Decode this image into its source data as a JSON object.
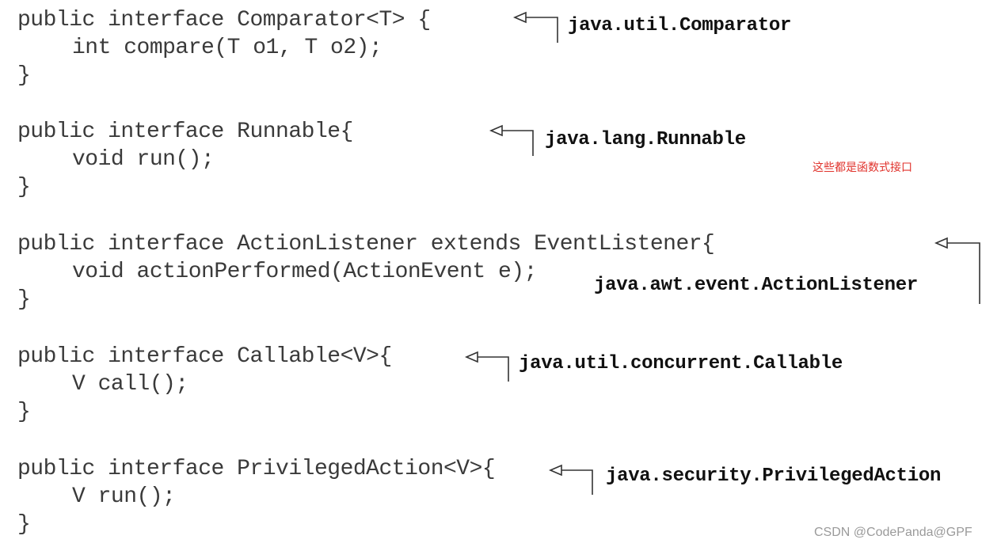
{
  "blocks": [
    {
      "decl": "public interface Comparator<T> {",
      "body": "int compare(T o1, T o2);",
      "close": "}",
      "label": "java.util.Comparator"
    },
    {
      "decl": "public interface Runnable{",
      "body": "void run();",
      "close": "}",
      "label": "java.lang.Runnable"
    },
    {
      "decl": "public interface ActionListener extends EventListener{",
      "body": "void actionPerformed(ActionEvent e);",
      "close": "}",
      "label": "java.awt.event.ActionListener"
    },
    {
      "decl": "public interface Callable<V>{",
      "body": "V call();",
      "close": "}",
      "label": "java.util.concurrent.Callable"
    },
    {
      "decl": "public interface PrivilegedAction<V>{",
      "body": "V run();",
      "close": "}",
      "label": "java.security.PrivilegedAction"
    }
  ],
  "note": "这些都是函数式接口",
  "watermark": "CSDN @CodePanda@GPF",
  "colors": {
    "code": "#3a3a3a",
    "label": "#111111",
    "note": "#e0322b",
    "watermark": "#9a9a9a",
    "arrow": "#333333"
  }
}
